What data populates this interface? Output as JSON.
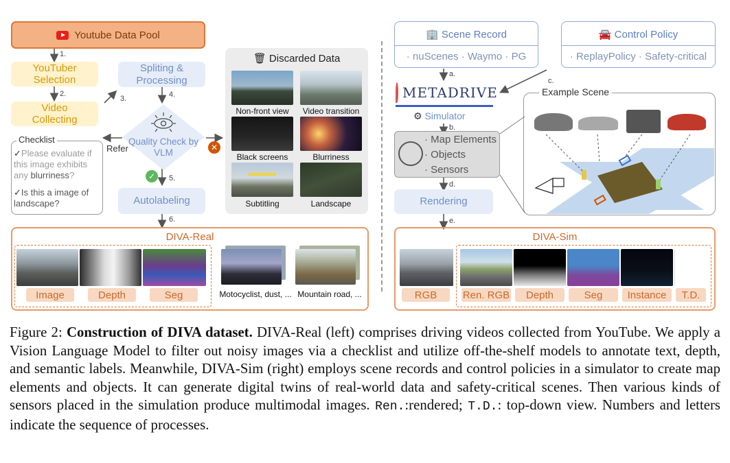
{
  "left": {
    "youtube_pool": "Youtube Data Pool",
    "youtuber_selection": "YouTuber Selection",
    "video_collecting": "Video Collecting",
    "spliting": "Spliting & Processing",
    "quality_check": "Quality Check by VLM",
    "refer": "Refer",
    "autolabeling": "Autolabeling",
    "steps": [
      "1.",
      "2.",
      "3.",
      "4.",
      "5.",
      "6."
    ],
    "checklist": {
      "title": "Checklist",
      "item1_pre": "Please evaluate if this image exhibits any ",
      "item1_highlight": "blurriness",
      "item1_post": "?",
      "item2": "Is this a  image of landscape?"
    },
    "discarded": {
      "title": "Discarded Data",
      "items": [
        "Non-front view",
        "Video transition",
        "Black screens",
        "Blurriness",
        "Subtitling",
        "Landscape"
      ]
    },
    "diva_real": {
      "title": "DIVA-Real",
      "tags": [
        "Image",
        "Depth",
        "Seg"
      ],
      "captions": [
        "Motocyclist, dust, ...",
        "Mountain road, ..."
      ]
    }
  },
  "right": {
    "scene_record": {
      "title": "Scene Record",
      "items": "· nuScenes  · Waymo  · PG"
    },
    "control_policy": {
      "title": "Control Policy",
      "items": "· ReplayPolicy  · Safety-critical"
    },
    "metadrive": "METADRIVE",
    "simulator": "Simulator",
    "elements": [
      "Map Elements",
      "Objects",
      "Sensors"
    ],
    "rendering": "Rendering",
    "example_scene": "Example Scene",
    "steps": [
      "a.",
      "b.",
      "c.",
      "d.",
      "e."
    ],
    "diva_sim": {
      "title": "DIVA-Sim",
      "tags": [
        "RGB",
        "Ren. RGB",
        "Depth",
        "Seg",
        "Instance",
        "T.D."
      ]
    }
  },
  "caption": {
    "label": "Figure 2: ",
    "bold": "Construction of DIVA dataset.",
    "text1": " DIVA-Real (left) comprises driving videos collected from YouTube. We apply a Vision Language Model to filter out noisy images via a checklist and utilize off-the-shelf models to annotate text, depth, and semantic labels. Meanwhile, DIVA-Sim (right) employs scene records and control policies in a simulator to create map elements and objects. It can generate digital twins of real-world data and safety-critical scenes. Then various kinds of sensors placed in the simulation produce multimodal images. ",
    "ren": "Ren.",
    "text2": ":rendered; ",
    "td": "T.D.",
    "text3": ": top-down view. Numbers and letters indicate the sequence of processes."
  }
}
